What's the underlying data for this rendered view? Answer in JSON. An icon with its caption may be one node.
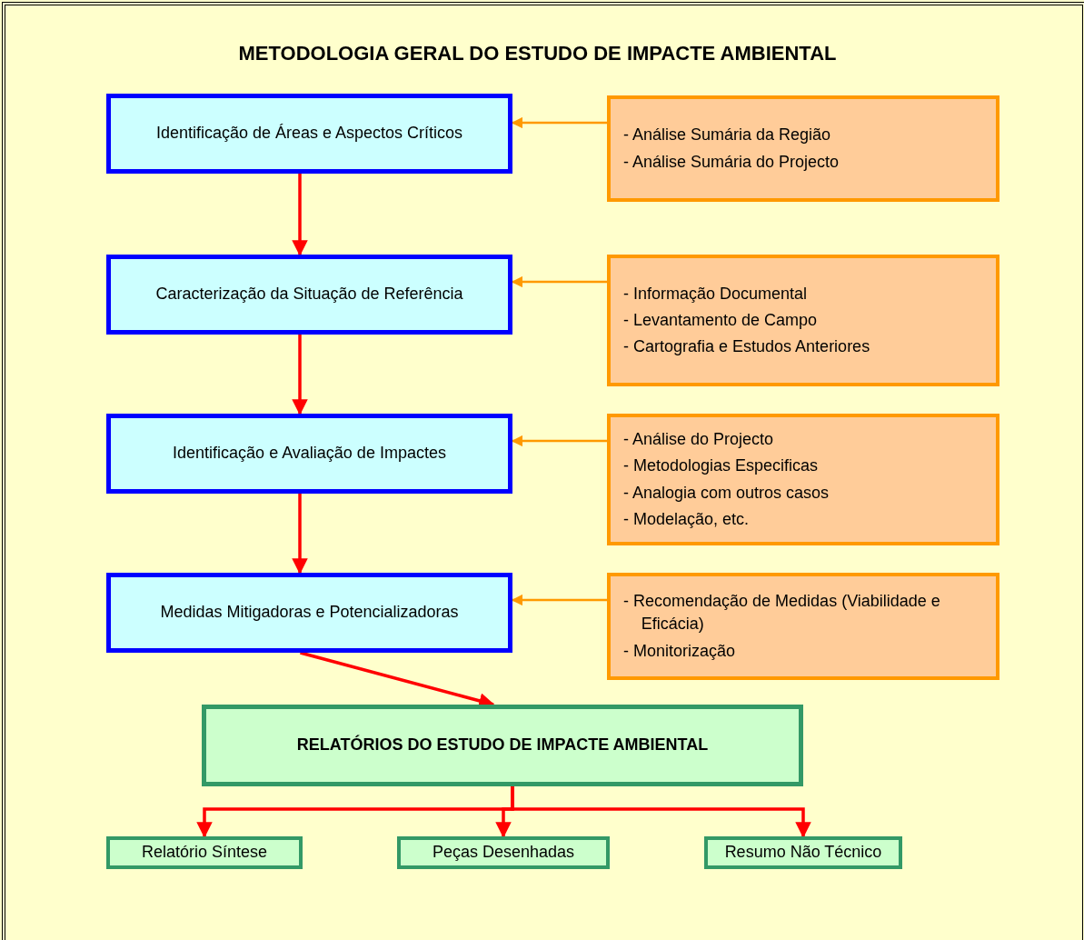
{
  "diagram": {
    "title": "METODOLOGIA GERAL DO ESTUDO DE IMPACTE AMBIENTAL",
    "nodes": [
      {
        "text": [
          "Identificação de Áreas e Aspectos Críticos"
        ]
      },
      {
        "text": [
          "- Análise Sumária da Região",
          "- Análise Sumária do Projecto"
        ]
      },
      {
        "text": [
          "Caracterização da Situação de Referência"
        ]
      },
      {
        "text": [
          "- Informação Documental",
          "- Levantamento de Campo",
          "- Cartografia e Estudos Anteriores"
        ]
      },
      {
        "text": [
          "Identificação e Avaliação de Impactes"
        ]
      },
      {
        "text": [
          "- Análise do Projecto",
          "- Metodologias Especificas",
          "- Analogia com outros casos",
          "- Modelação, etc."
        ]
      },
      {
        "text": [
          "Medidas Mitigadoras e Potencializadoras"
        ]
      },
      {
        "text": [
          "- Recomendação de Medidas (Viabilidade e Eficácia)",
          "- Monitorização"
        ]
      },
      {
        "text": [
          "RELATÓRIOS DO ESTUDO DE IMPACTE AMBIENTAL"
        ]
      },
      {
        "text": [
          "Relatório Síntese"
        ]
      },
      {
        "text": [
          "Peças Desenhadas"
        ]
      },
      {
        "text": [
          "Resumo Não Técnico"
        ]
      }
    ],
    "edges": [
      {
        "from": 1,
        "to": 0,
        "arrow": "to",
        "color": "#ff9900"
      },
      {
        "from": 0,
        "to": 2,
        "arrow": "to"
      },
      {
        "from": 3,
        "to": 2,
        "arrow": "to",
        "color": "#ff9900"
      },
      {
        "from": 2,
        "to": 4,
        "arrow": "to"
      },
      {
        "from": 5,
        "to": 4,
        "arrow": "to",
        "color": "#ff9900"
      },
      {
        "from": 4,
        "to": 6,
        "arrow": "to"
      },
      {
        "from": 7,
        "to": 6,
        "arrow": "to",
        "color": "#ff9900"
      },
      {
        "from": 6,
        "to": 8,
        "arrow": "to"
      },
      {
        "from": 8,
        "to": 9,
        "arrow": "to"
      },
      {
        "from": 8,
        "to": 10,
        "arrow": "to"
      },
      {
        "from": 8,
        "to": 11,
        "arrow": "to"
      }
    ]
  }
}
